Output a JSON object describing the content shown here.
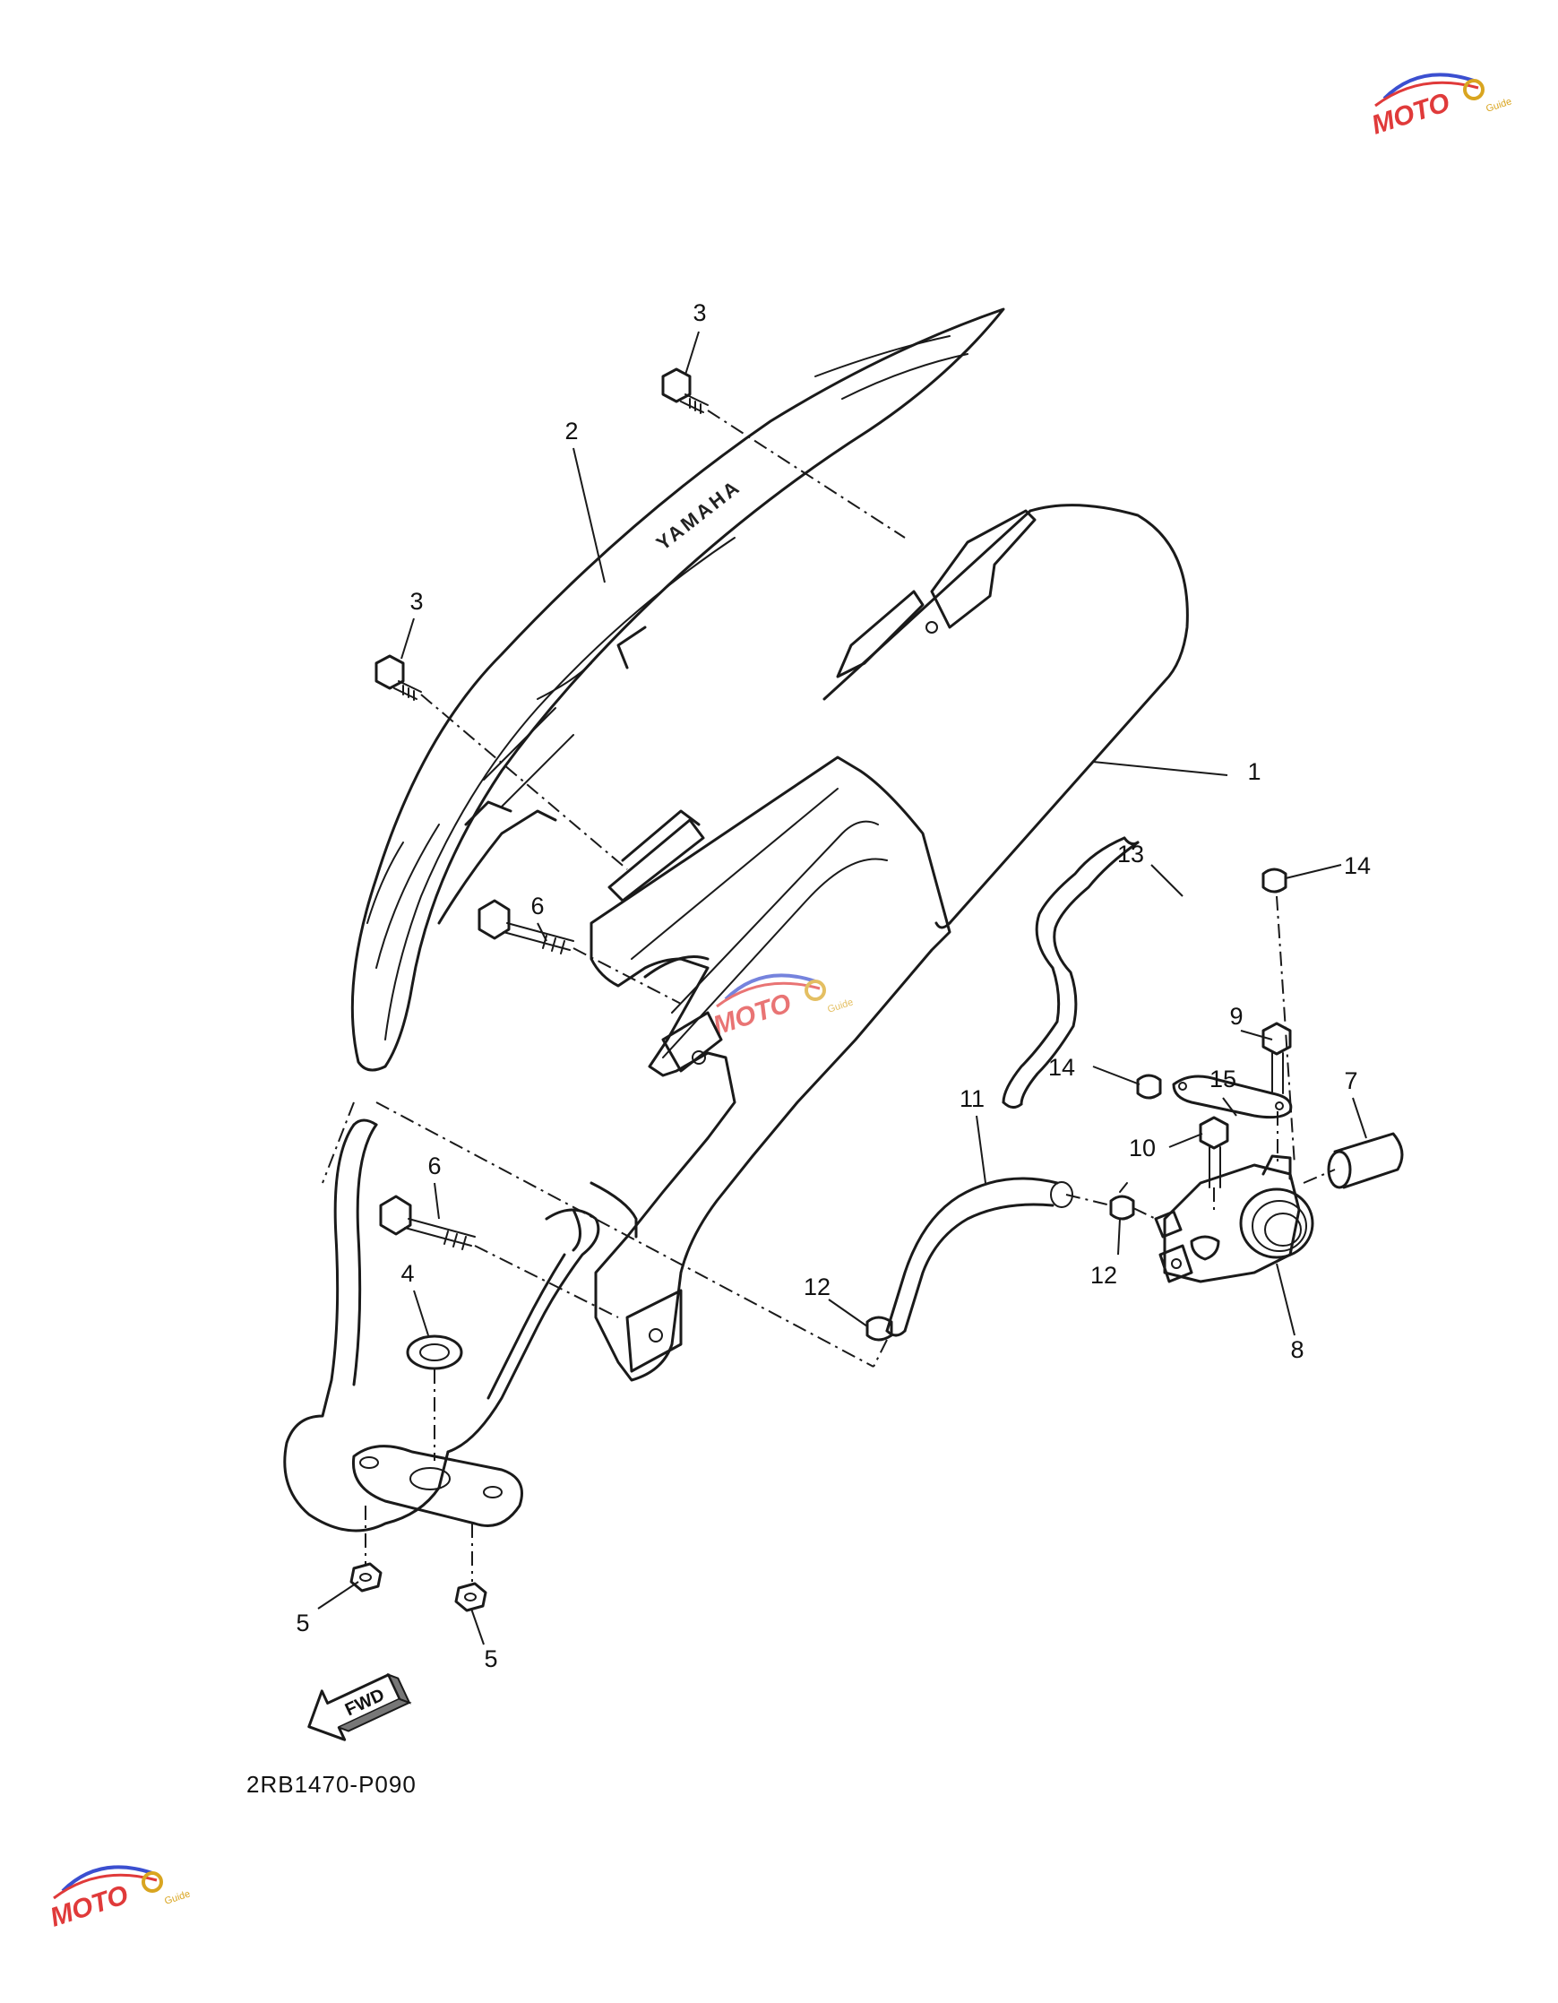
{
  "diagram": {
    "code": "2RB1470-P090",
    "fwd_label": "FWD",
    "brand_mark": "YAMAHA",
    "callouts": [
      {
        "id": "c1",
        "label": "1"
      },
      {
        "id": "c2",
        "label": "2"
      },
      {
        "id": "c3a",
        "label": "3"
      },
      {
        "id": "c3b",
        "label": "3"
      },
      {
        "id": "c4",
        "label": "4"
      },
      {
        "id": "c5a",
        "label": "5"
      },
      {
        "id": "c5b",
        "label": "5"
      },
      {
        "id": "c6a",
        "label": "6"
      },
      {
        "id": "c6b",
        "label": "6"
      },
      {
        "id": "c7",
        "label": "7"
      },
      {
        "id": "c8",
        "label": "8"
      },
      {
        "id": "c9",
        "label": "9"
      },
      {
        "id": "c10",
        "label": "10"
      },
      {
        "id": "c11",
        "label": "11"
      },
      {
        "id": "c12a",
        "label": "12"
      },
      {
        "id": "c12b",
        "label": "12"
      },
      {
        "id": "c13",
        "label": "13"
      },
      {
        "id": "c14a",
        "label": "14"
      },
      {
        "id": "c14b",
        "label": "14"
      },
      {
        "id": "c15",
        "label": "15"
      }
    ]
  },
  "watermark": {
    "text": "MOTO",
    "small": "Guide",
    "colors": {
      "red": "#e03a3a",
      "blue": "#3b4fd0",
      "gold": "#d9a520"
    }
  }
}
